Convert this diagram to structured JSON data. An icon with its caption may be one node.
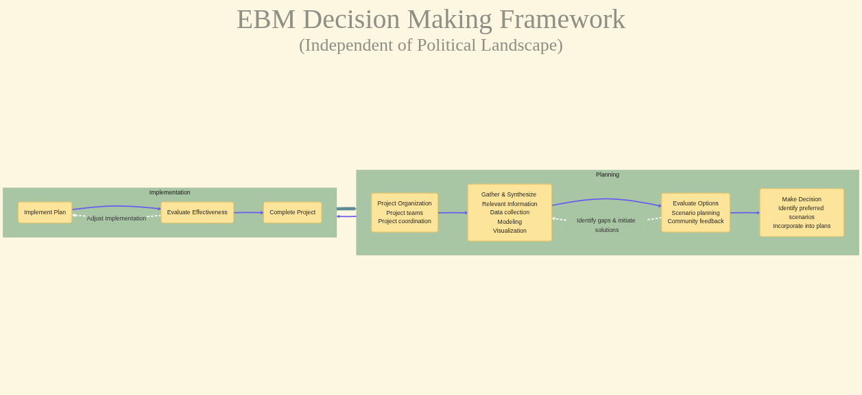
{
  "diagram": {
    "title": "EBM Decision Making Framework",
    "nodes": [
      {
        "text": [
          "Planning"
        ]
      },
      {
        "text": [
          "Project Organization",
          "Project teams",
          "Project coordination"
        ],
        "in": 0
      },
      {
        "text": [
          "Gather & Synthesize Relevant Information",
          "Data collection",
          "Modeling",
          "Visualization"
        ],
        "in": 0
      },
      {
        "text": [
          "Evaluate Options",
          "Scenario planning",
          "Community feedback"
        ],
        "in": 0
      },
      {
        "text": [
          "Make Decision",
          "Identify preferred scenarios",
          "Incorporate into plans"
        ],
        "in": 0
      },
      {
        "text": [
          "Implementation"
        ]
      },
      {
        "text": [
          "Implement Plan"
        ],
        "in": 5
      },
      {
        "text": [
          "Evaluate Effectiveness"
        ],
        "in": 5
      },
      {
        "text": [
          "Complete Project"
        ],
        "in": 5
      }
    ],
    "edges": [
      {
        "from": 1,
        "to": 2,
        "arrow": "to"
      },
      {
        "from": 2,
        "to": 3,
        "arrow": "to"
      },
      {
        "from": 3,
        "to": 4,
        "arrow": "to"
      },
      {
        "from": 3,
        "to": 2,
        "arrow": "to",
        "label": "Identify gaps & initiate solutions",
        "style": "dashed",
        "color": "#ffffff"
      },
      {
        "from": 0,
        "to": 5,
        "arrow": "to"
      },
      {
        "from": 6,
        "to": 7,
        "arrow": "to"
      },
      {
        "from": 7,
        "to": 8,
        "arrow": "to"
      },
      {
        "from": 7,
        "to": 6,
        "arrow": "to",
        "label": "Adjust Implementation",
        "style": "dashed",
        "color": "#ffffff"
      },
      {
        "from": 5,
        "to": 0,
        "arrow": "to",
        "style": "thick",
        "color": "#5e8d94"
      }
    ],
    "labels": [
      "(Independent of Political Landscape)"
    ]
  }
}
